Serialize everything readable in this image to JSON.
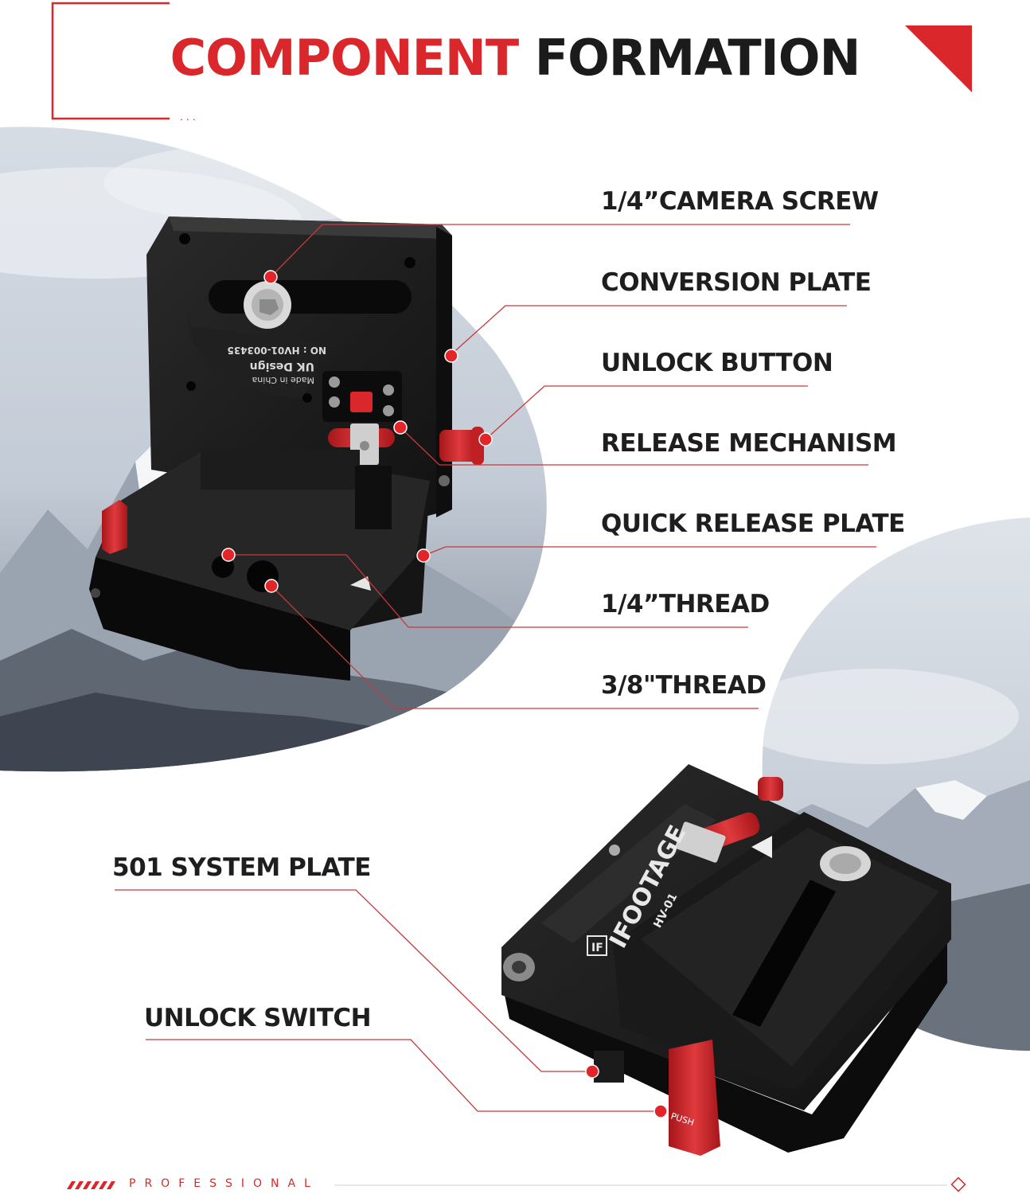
{
  "title": {
    "part1": "COMPONENT",
    "part2": "FORMATION"
  },
  "colors": {
    "accent": "#d9272b",
    "text": "#1e1e1e",
    "body": "#1b1b1b",
    "metal": "#e6e6e6"
  },
  "labels": {
    "camera_screw": "1/4”CAMERA SCREW",
    "conversion_plate": "CONVERSION PLATE",
    "unlock_button": "UNLOCK BUTTON",
    "release_mechanism": "RELEASE MECHANISM",
    "quick_release_plate": "QUICK RELEASE PLATE",
    "thread_quarter": "1/4”THREAD",
    "thread_three_eighths": "3/8\"THREAD",
    "system_plate_501": "501 SYSTEM PLATE",
    "unlock_switch": "UNLOCK SWITCH"
  },
  "product": {
    "plate_text": {
      "line1": "UK Design",
      "line2": "Made in China",
      "line3": "NO : HV01-003435"
    },
    "brand": "IFOOTAGE",
    "model": "HV-01",
    "logo": "IF",
    "push": "PUSH"
  },
  "footer": {
    "text": "PROFESSIONAL",
    "dots": "..."
  }
}
